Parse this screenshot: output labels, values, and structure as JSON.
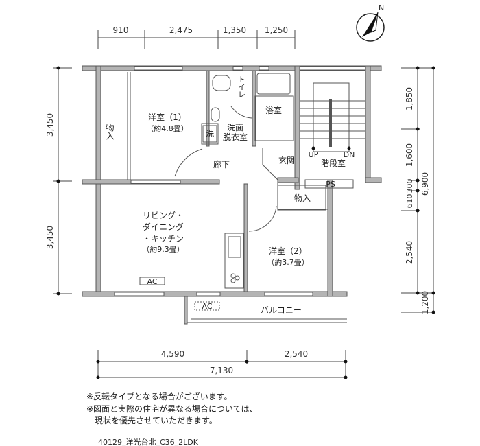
{
  "compass": {
    "north_label": "N"
  },
  "dimensions": {
    "top": [
      "910",
      "2,475",
      "1,350",
      "1,250"
    ],
    "left": [
      "3,450",
      "3,450"
    ],
    "right": [
      "1,850",
      "1,600",
      "300",
      "610",
      "2,540",
      "1,200"
    ],
    "right_total": "6,900",
    "bottom": [
      "4,590",
      "2,540"
    ],
    "bottom_total": "7,130"
  },
  "rooms": {
    "closet_1": "物入",
    "western_room_1": "洋室（1）",
    "western_room_1_size": "（約4.8畳）",
    "toilet": "トイレ",
    "bathroom": "浴室",
    "washing_machine": "洗",
    "washroom_line1": "洗面",
    "washroom_line2": "脱衣室",
    "hallway": "廊下",
    "entrance": "玄関",
    "stairwell": "階段室",
    "stairs_up": "UP",
    "stairs_down": "DN",
    "pipe_space": "PS",
    "closet_2": "物入",
    "ldk_line1": "リビング・",
    "ldk_line2": "ダイニング",
    "ldk_line3": "・キッチン",
    "ldk_size": "（約9.3畳）",
    "western_room_2": "洋室（2）",
    "western_room_2_size": "（約3.7畳）",
    "ac_indoor": "AC",
    "ac_outdoor": "AC",
    "balcony": "バルコニー"
  },
  "notes": [
    "※反転タイプとなる場合がございます。",
    "※図面と実際の住宅が異なる場合については、",
    "　現状を優先させていただきます。"
  ],
  "footer": "40129_洋光台北_C36_2LDK"
}
